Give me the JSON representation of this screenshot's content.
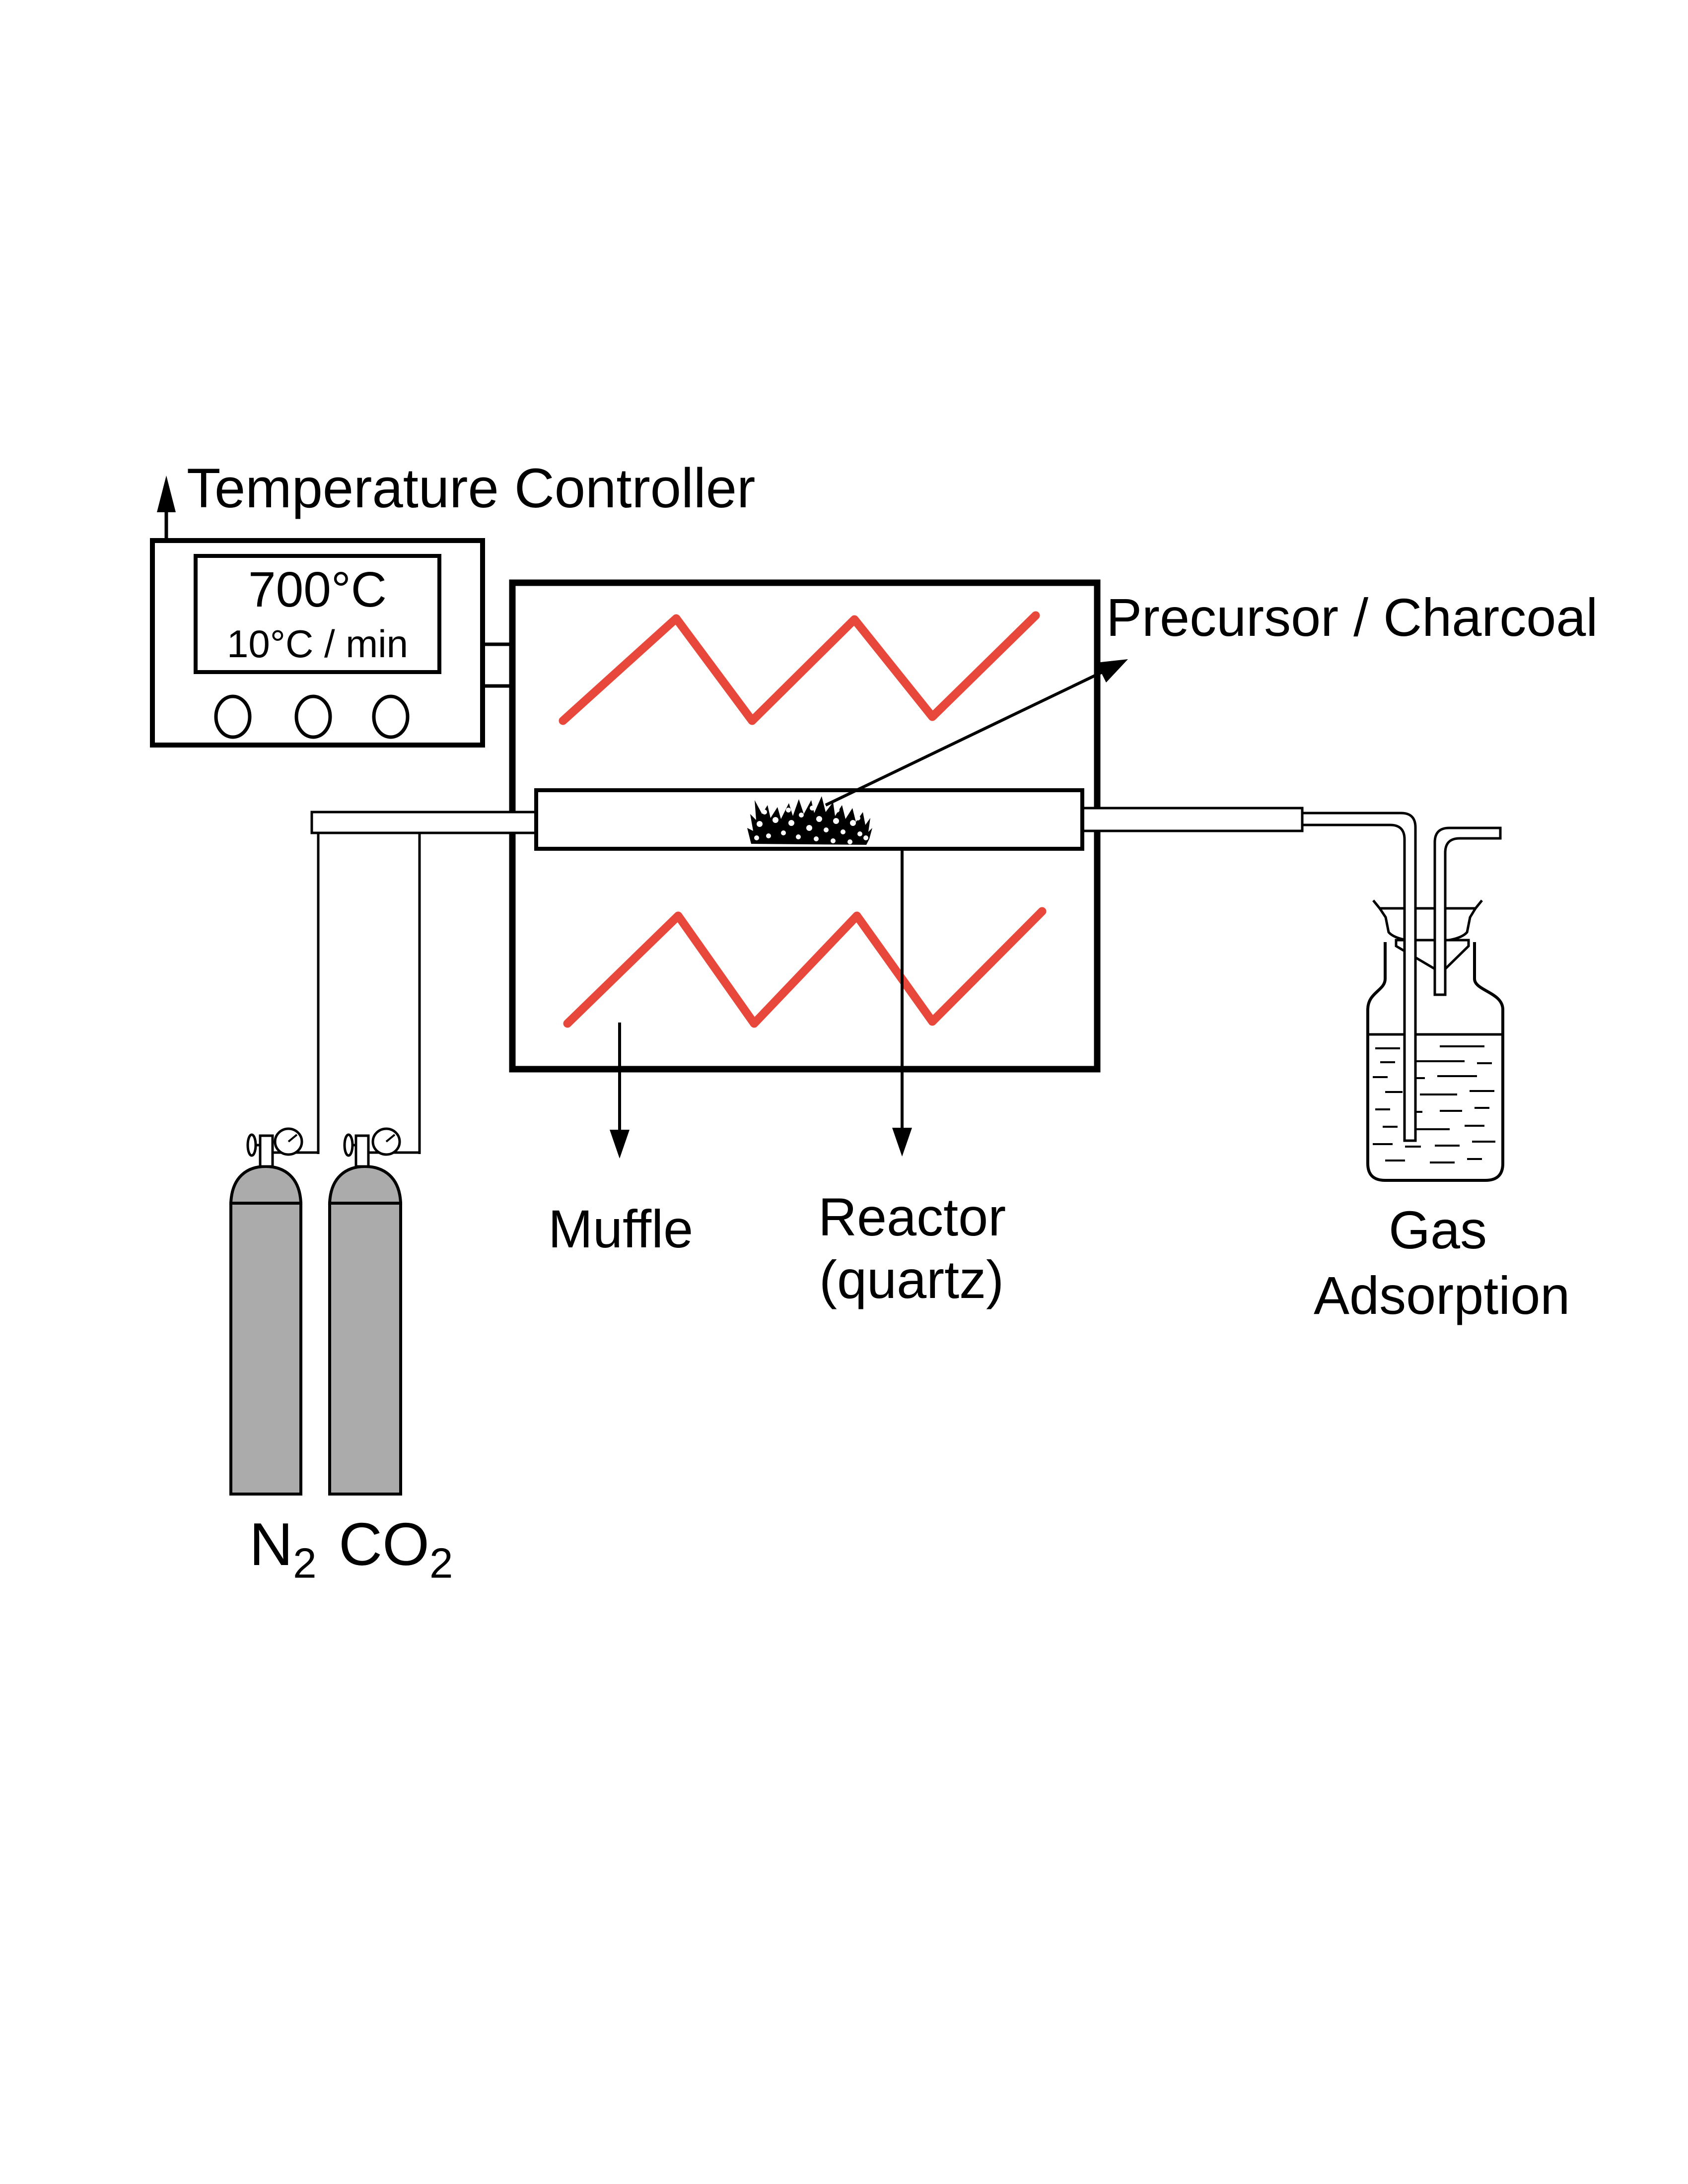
{
  "controller": {
    "title": "Temperature Controller",
    "display": {
      "setpoint": "700°C",
      "ramp_rate": "10°C / min"
    },
    "knob_count": 3
  },
  "furnace": {
    "muffle_label": "Muffle",
    "reactor_label_line1": "Reactor",
    "reactor_label_line2": "(quartz)",
    "sample_label": "Precursor / Charcoal"
  },
  "gas_supply": {
    "cylinder_1_label": "N",
    "cylinder_1_subscript": "2",
    "cylinder_2_label": "CO",
    "cylinder_2_subscript": "2"
  },
  "gas_adsorption": {
    "label_line1": "Gas",
    "label_line2": "Adsorption"
  },
  "colors": {
    "heater_red": "#E8473B",
    "cylinder_gray": "#ABABAB",
    "line_black": "#000000",
    "background": "#FFFFFF"
  }
}
